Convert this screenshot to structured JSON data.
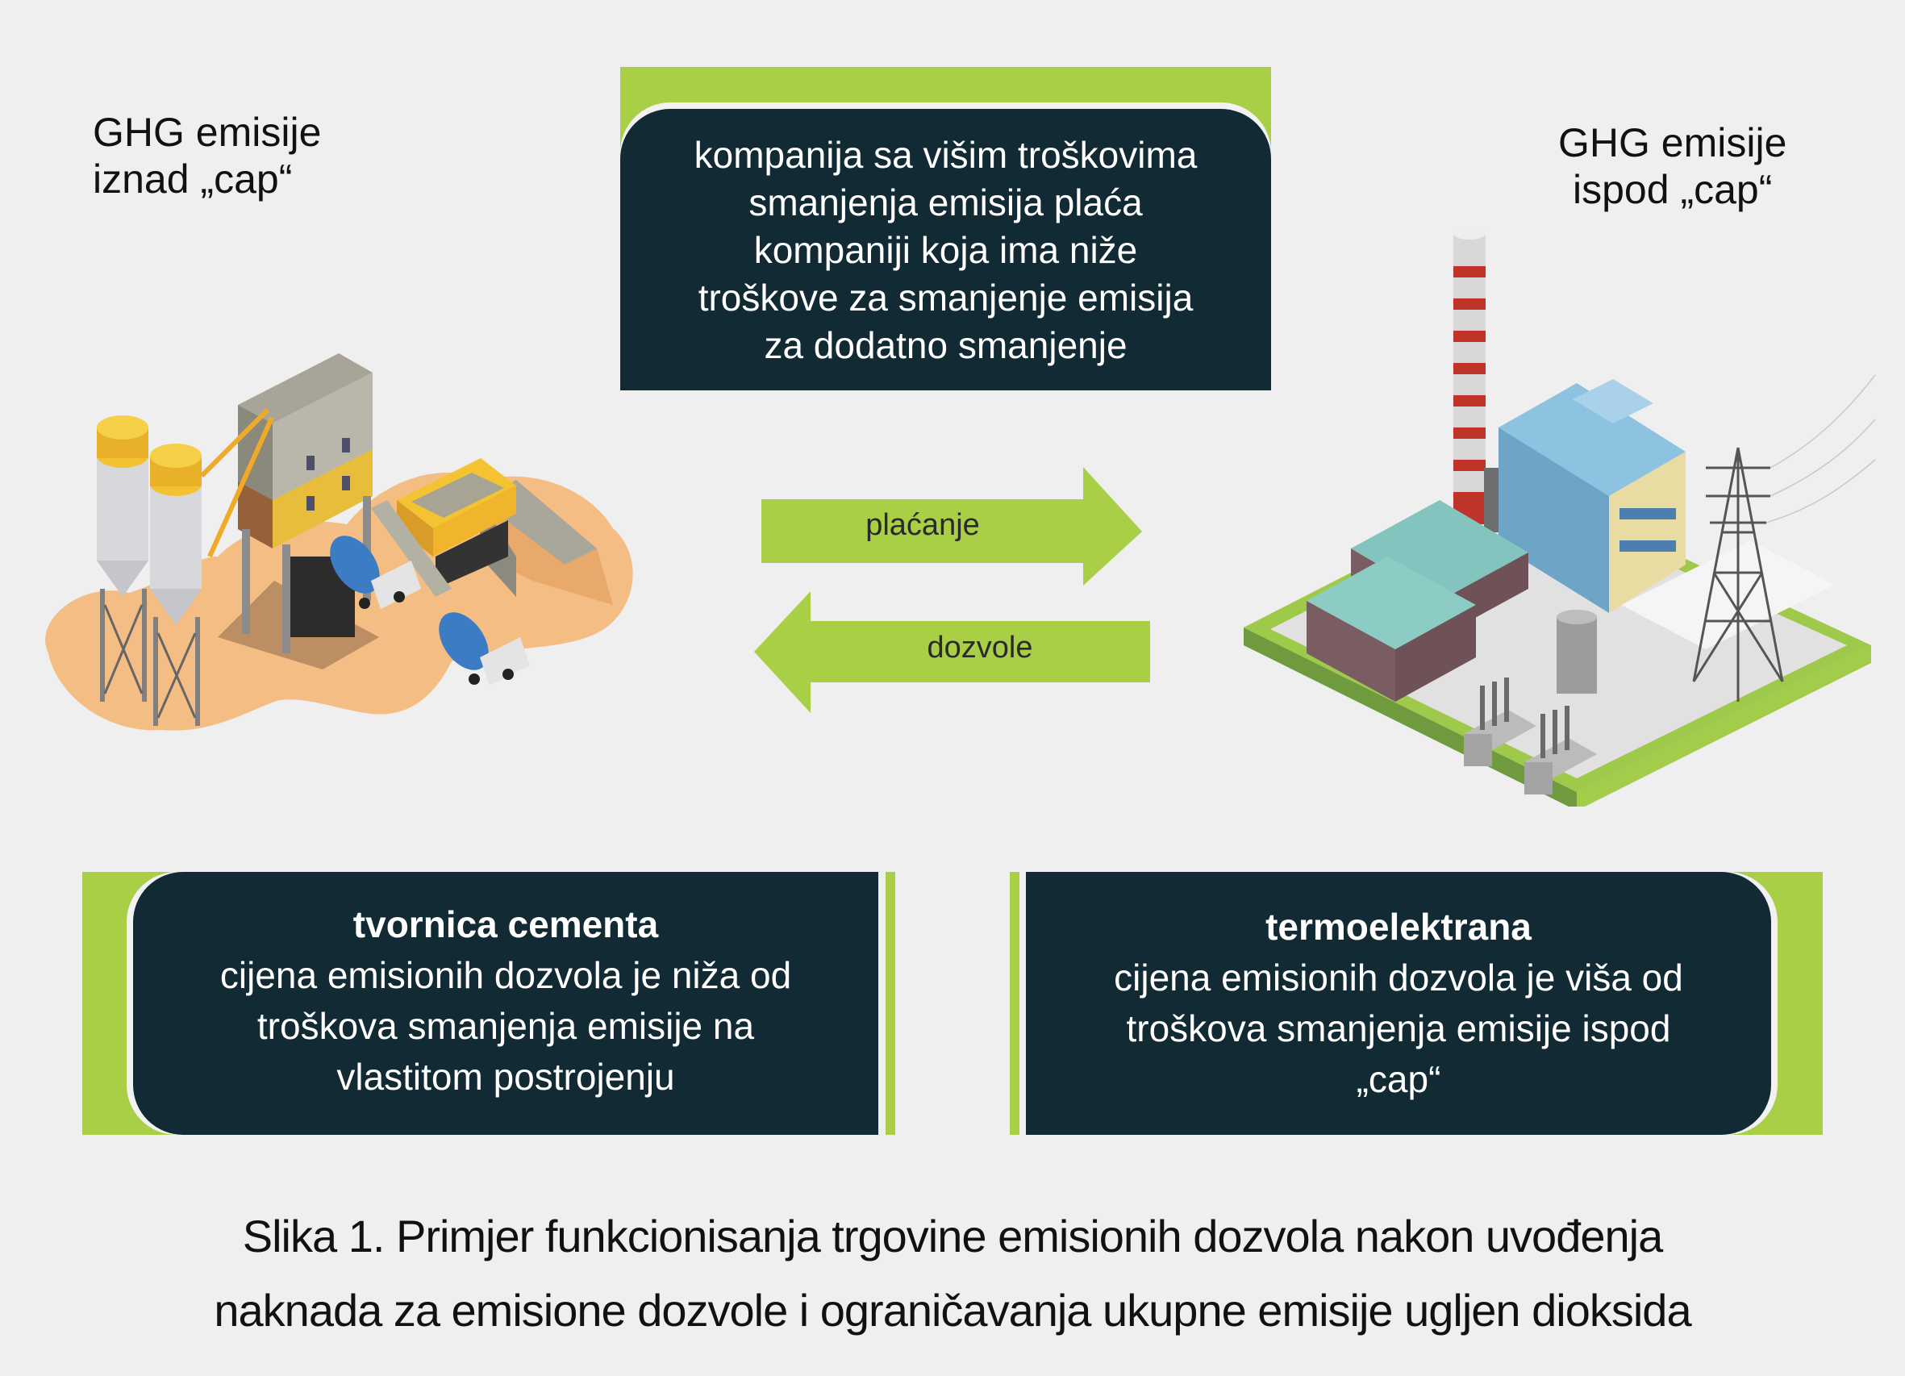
{
  "left_label": {
    "line1": "GHG emisije",
    "line2": "iznad „cap“"
  },
  "right_label": {
    "line1": "GHG emisije",
    "line2": "ispod „cap“"
  },
  "top_box": {
    "lines": [
      "kompanija sa višim troškovima",
      "smanjenja emisija plaća",
      "kompaniji koja ima niže",
      "troškove za smanjenje emisija",
      "za dodatno smanjenje"
    ]
  },
  "arrows": {
    "right": {
      "label": "plaćanje",
      "direction": "right"
    },
    "left": {
      "label": "dozvole",
      "direction": "left"
    }
  },
  "left_box": {
    "title": "tvornica cementa",
    "lines": [
      "cijena emisionih dozvola je niža od",
      "troškova smanjenja emisije na",
      "vlastitom postrojenju"
    ]
  },
  "right_box": {
    "title": "termoelektrana",
    "lines": [
      "cijena emisionih dozvola je viša od",
      "troškova smanjenja emisije ispod",
      "„cap“"
    ]
  },
  "illustrations": {
    "left": "cement-plant-illustration",
    "right": "thermal-power-plant-illustration"
  },
  "caption": {
    "line1": "Slika 1. Primjer funkcionisanja trgovine emisionih dozvola nakon uvođenja",
    "line2": "naknada za emisione dozvole  i ograničavanja ukupne emisije ugljen dioksida"
  },
  "colors": {
    "accent_green": "#a9cf46",
    "dark_panel": "#122a34",
    "background": "#efefef"
  }
}
